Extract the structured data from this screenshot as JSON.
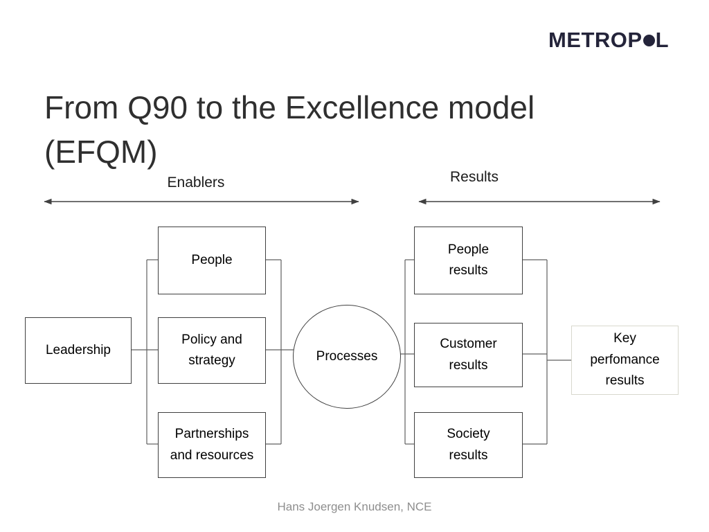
{
  "header": {
    "title": "From Q90 to the Excellence model (EFQM)",
    "logo_prefix": "METROP",
    "logo_suffix": "L"
  },
  "diagram": {
    "enablers_label": "Enablers",
    "results_label": "Results",
    "boxes": {
      "leadership": "Leadership",
      "people": "People",
      "policy": "Policy and\nstrategy",
      "partnerships": "Partnerships\nand resources",
      "processes": "Processes",
      "people_results": "People\nresults",
      "customer_results": "Customer\nresults",
      "society_results": "Society\nresults",
      "key_performance": "Key\nperfomance\nresults"
    }
  },
  "footer": {
    "credit": "Hans Joergen Knudsen, NCE"
  }
}
